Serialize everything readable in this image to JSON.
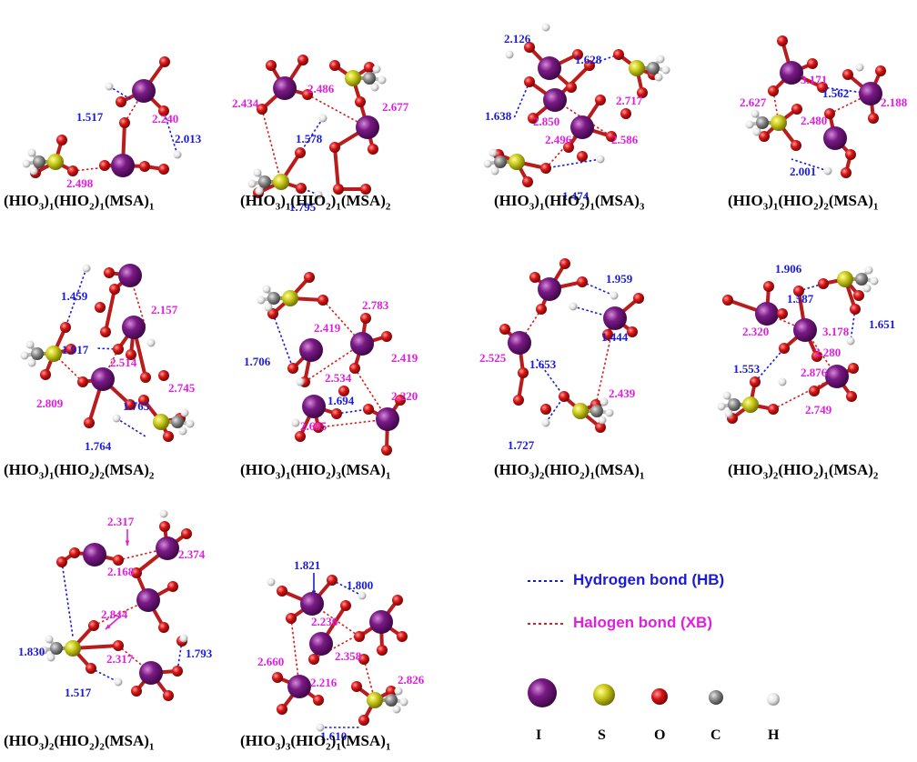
{
  "colors": {
    "iodine": "#7a1a86",
    "sulfur": "#c8c81a",
    "oxygen": "#d81414",
    "carbon": "#8c8c8c",
    "hydrogen": "#e6e6e6",
    "bond": "#b91c1c",
    "hb_line": "#1a1adb",
    "xb_line": "#d42020",
    "hb_text": "#1a1adb",
    "xb_text": "#e21ee0"
  },
  "panels": [
    {
      "caption": [
        "(HIO",
        "3",
        ")",
        "1",
        "(HIO",
        "2",
        ")",
        "1",
        "(MSA)",
        "1"
      ],
      "labels": [
        {
          "t": "1.517",
          "k": "hb"
        },
        {
          "t": "2.240",
          "k": "xb"
        },
        {
          "t": "2.013",
          "k": "hb"
        },
        {
          "t": "2.498",
          "k": "xb"
        }
      ]
    },
    {
      "caption": [
        "(HIO",
        "3",
        ")",
        "1",
        "(HIO",
        "2",
        ")",
        "1",
        "(MSA)",
        "2"
      ],
      "labels": [
        {
          "t": "2.434",
          "k": "xb"
        },
        {
          "t": "2.486",
          "k": "xb"
        },
        {
          "t": "2.677",
          "k": "xb"
        },
        {
          "t": "1.578",
          "k": "hb"
        },
        {
          "t": "1.795",
          "k": "hb"
        }
      ]
    },
    {
      "caption": [
        "(HIO",
        "3",
        ")",
        "1",
        "(HIO",
        "2",
        ")",
        "1",
        "(MSA)",
        "3"
      ],
      "labels": [
        {
          "t": "2.126",
          "k": "hb"
        },
        {
          "t": "1.628",
          "k": "hb"
        },
        {
          "t": "1.638",
          "k": "hb"
        },
        {
          "t": "2.717",
          "k": "xb"
        },
        {
          "t": "2.850",
          "k": "xb"
        },
        {
          "t": "2.586",
          "k": "xb"
        },
        {
          "t": "2.496",
          "k": "xb"
        },
        {
          "t": "1.474",
          "k": "hb"
        }
      ]
    },
    {
      "caption": [
        "(HIO",
        "3",
        ")",
        "1",
        "(HIO",
        "2",
        ")",
        "2",
        "(MSA)",
        "1"
      ],
      "labels": [
        {
          "t": "3.171",
          "k": "xb"
        },
        {
          "t": "2.627",
          "k": "xb"
        },
        {
          "t": "1.562",
          "k": "hb"
        },
        {
          "t": "2.188",
          "k": "xb"
        },
        {
          "t": "2.480",
          "k": "xb"
        },
        {
          "t": "2.001",
          "k": "hb"
        }
      ]
    },
    {
      "caption": [
        "(HIO",
        "3",
        ")",
        "1",
        "(HIO",
        "2",
        ")",
        "2",
        "(MSA)",
        "2"
      ],
      "labels": [
        {
          "t": "1.459",
          "k": "hb"
        },
        {
          "t": "2.157",
          "k": "xb"
        },
        {
          "t": "1.917",
          "k": "hb"
        },
        {
          "t": "2.514",
          "k": "xb"
        },
        {
          "t": "2.745",
          "k": "xb"
        },
        {
          "t": "2.809",
          "k": "xb"
        },
        {
          "t": "1.765",
          "k": "hb"
        },
        {
          "t": "1.764",
          "k": "hb"
        }
      ]
    },
    {
      "caption": [
        "(HIO",
        "3",
        ")",
        "1",
        "(HIO",
        "2",
        ")",
        "3",
        "(MSA)",
        "1"
      ],
      "labels": [
        {
          "t": "2.783",
          "k": "xb"
        },
        {
          "t": "2.419",
          "k": "xb"
        },
        {
          "t": "1.706",
          "k": "hb"
        },
        {
          "t": "2.419",
          "k": "xb"
        },
        {
          "t": "2.534",
          "k": "xb"
        },
        {
          "t": "1.694",
          "k": "hb"
        },
        {
          "t": "2.220",
          "k": "xb"
        },
        {
          "t": "2.695",
          "k": "xb"
        }
      ]
    },
    {
      "caption": [
        "(HIO",
        "3",
        ")",
        "2",
        "(HIO",
        "2",
        ")",
        "1",
        "(MSA)",
        "1"
      ],
      "labels": [
        {
          "t": "1.959",
          "k": "hb"
        },
        {
          "t": "1.444",
          "k": "hb"
        },
        {
          "t": "2.525",
          "k": "xb"
        },
        {
          "t": "1.653",
          "k": "hb"
        },
        {
          "t": "2.439",
          "k": "xb"
        },
        {
          "t": "1.727",
          "k": "hb"
        }
      ]
    },
    {
      "caption": [
        "(HIO",
        "3",
        ")",
        "2",
        "(HIO",
        "2",
        ")",
        "1",
        "(MSA)",
        "2"
      ],
      "labels": [
        {
          "t": "1.906",
          "k": "hb"
        },
        {
          "t": "1.587",
          "k": "hb"
        },
        {
          "t": "1.651",
          "k": "hb"
        },
        {
          "t": "2.320",
          "k": "xb"
        },
        {
          "t": "3.178",
          "k": "xb"
        },
        {
          "t": "2.280",
          "k": "xb"
        },
        {
          "t": "1.553",
          "k": "hb"
        },
        {
          "t": "2.876",
          "k": "xb"
        },
        {
          "t": "2.749",
          "k": "xb"
        }
      ]
    },
    {
      "caption": [
        "(HIO",
        "3",
        ")",
        "2",
        "(HIO",
        "2",
        ")",
        "2",
        "(MSA)",
        "1"
      ],
      "labels": [
        {
          "t": "2.317",
          "k": "xb"
        },
        {
          "t": "2.374",
          "k": "xb"
        },
        {
          "t": "2.168",
          "k": "xb"
        },
        {
          "t": "1.830",
          "k": "hb"
        },
        {
          "t": "2.844",
          "k": "xb"
        },
        {
          "t": "2.317",
          "k": "xb"
        },
        {
          "t": "1.793",
          "k": "hb"
        },
        {
          "t": "1.517",
          "k": "hb"
        }
      ]
    },
    {
      "caption": [
        "(HIO",
        "3",
        ")",
        "3",
        "(HIO",
        "2",
        ")",
        "1",
        "(MSA)",
        "1"
      ],
      "labels": [
        {
          "t": "1.821",
          "k": "hb"
        },
        {
          "t": "1.800",
          "k": "hb"
        },
        {
          "t": "2.236",
          "k": "xb"
        },
        {
          "t": "2.660",
          "k": "xb"
        },
        {
          "t": "2.358",
          "k": "xb"
        },
        {
          "t": "2.826",
          "k": "xb"
        },
        {
          "t": "2.216",
          "k": "xb"
        },
        {
          "t": "1.610",
          "k": "hb"
        }
      ]
    }
  ],
  "legend": {
    "hb_label": "Hydrogen bond (HB)",
    "xb_label": "Halogen bond (XB)",
    "elements": [
      {
        "symbol": "I",
        "color": "#7a1a86"
      },
      {
        "symbol": "S",
        "color": "#c8c81a"
      },
      {
        "symbol": "O",
        "color": "#d81414"
      },
      {
        "symbol": "C",
        "color": "#8c8c8c"
      },
      {
        "symbol": "H",
        "color": "#e6e6e6"
      }
    ]
  }
}
